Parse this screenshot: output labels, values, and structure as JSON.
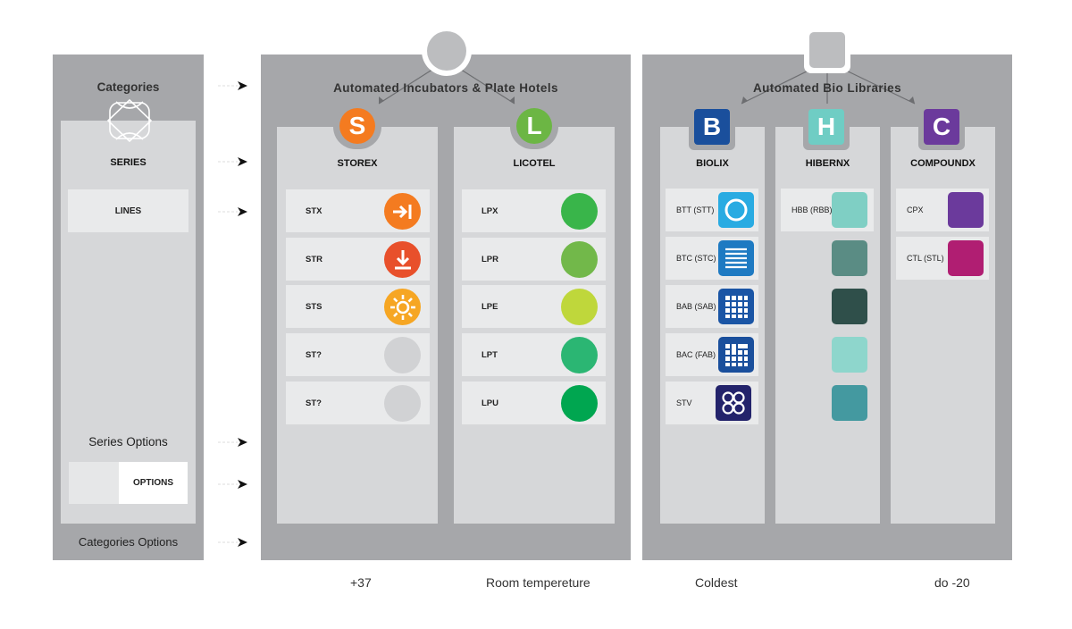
{
  "sidebar": {
    "title": "Categories",
    "series_label": "SERIES",
    "lines_label": "LINES",
    "series_options_label": "Series Options",
    "options_label": "OPTIONS",
    "categories_options_label": "Categories Options"
  },
  "incubators": {
    "title": "Automated Incubators & Plate Hotels",
    "storex": {
      "letter": "S",
      "name": "STOREX",
      "color": "#f47b20",
      "items": [
        "STX",
        "STR",
        "STS",
        "ST?",
        "ST?"
      ]
    },
    "licotel": {
      "letter": "L",
      "name": "LICOTEL",
      "color": "#6cb644",
      "items": [
        "LPX",
        "LPR",
        "LPE",
        "LPT",
        "LPU"
      ]
    }
  },
  "libraries": {
    "title": "Automated Bio Libraries",
    "biolix": {
      "letter": "B",
      "name": "BIOLIX",
      "color": "#1a4f9c",
      "items": [
        "BTT (STT)",
        "BTC (STC)",
        "BAB (SAB)",
        "BAC (FAB)",
        "STV"
      ]
    },
    "hibernx": {
      "letter": "H",
      "name": "HIBERNX",
      "color": "#6fcdc4",
      "items": [
        "HBB (RBB)"
      ]
    },
    "compoundx": {
      "letter": "C",
      "name": "COMPOUNDX",
      "color": "#6b3a9c",
      "items": [
        "CPX",
        "CTL (STL)"
      ]
    }
  },
  "footer": {
    "plus37": "+37",
    "room": "Room tempereture",
    "coldest": "Coldest",
    "do20": "do -20"
  }
}
